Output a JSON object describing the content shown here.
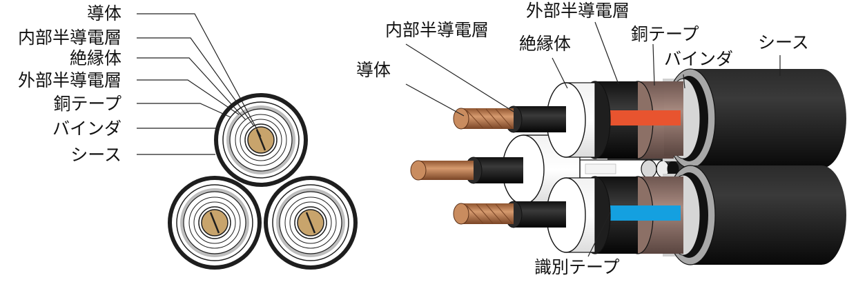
{
  "left_labels": [
    "導体",
    "内部半導電層",
    "絶縁体",
    "外部半導電層",
    "銅テープ",
    "バインダ",
    "シース"
  ],
  "right_labels": {
    "conductor": "導体",
    "inner_semi": "内部半導電層",
    "insulation": "絶縁体",
    "outer_semi": "外部半導電層",
    "copper_tape": "銅テープ",
    "binder": "バインダ",
    "sheath": "シース",
    "id_tape": "識別テープ"
  },
  "colors": {
    "copper": "#b77a52",
    "conductor_cross": "#c8a46c",
    "sheath": "#1e1e1e",
    "insulation": "#ffffff",
    "copper_tape": "#8c7066",
    "binder": "#bdbdbd",
    "id_red": "#e8542f",
    "id_blue": "#14a0e0"
  }
}
